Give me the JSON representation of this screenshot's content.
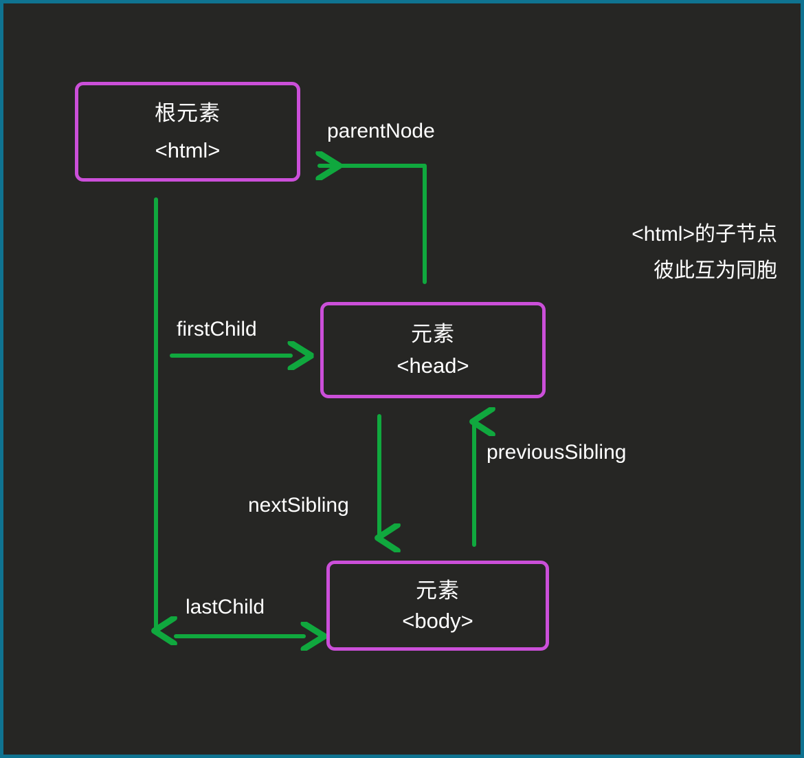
{
  "figure": {
    "title": "DOM node relationship diagram",
    "frame_color": "#0f7391",
    "background_color": "#262624",
    "node_border_color": "#cb4fd9",
    "arrow_color": "#10a83e",
    "text_color": "#ffffff"
  },
  "nodes": [
    {
      "id": "html",
      "line1": "根元素",
      "line2": "<html>"
    },
    {
      "id": "head",
      "line1": "元素",
      "line2": "<head>"
    },
    {
      "id": "body",
      "line1": "元素",
      "line2": "<body>"
    }
  ],
  "relations": [
    {
      "id": "parentnode",
      "label": "parentNode",
      "from": "head",
      "to": "html"
    },
    {
      "id": "firstchild",
      "label": "firstChild",
      "from": "html",
      "to": "head"
    },
    {
      "id": "lastchild",
      "label": "lastChild",
      "from": "html",
      "to": "body"
    },
    {
      "id": "nextsibling",
      "label": "nextSibling",
      "from": "head",
      "to": "body"
    },
    {
      "id": "previoussibling",
      "label": "previousSibling",
      "from": "body",
      "to": "head"
    }
  ],
  "annotation": {
    "line1": "<html>的子节点",
    "line2": "彼此互为同胞"
  }
}
